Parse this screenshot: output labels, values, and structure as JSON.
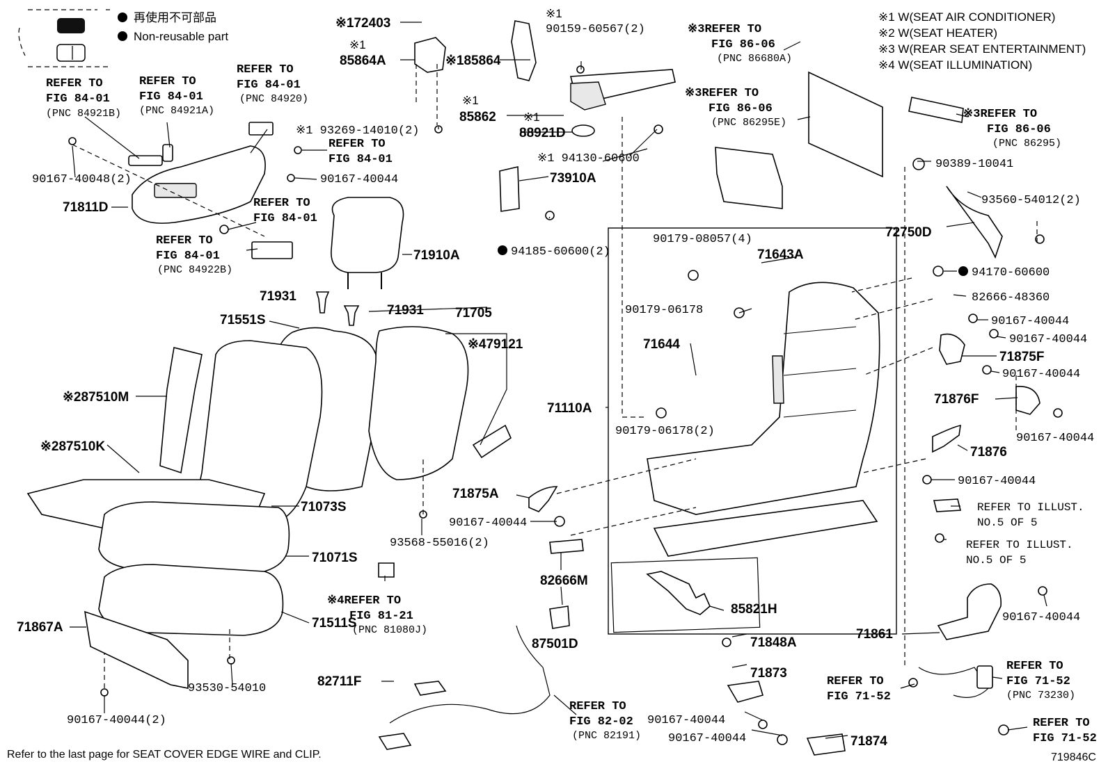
{
  "legend": {
    "items": [
      {
        "symbol": "filled-circle",
        "text": "再使用不可部品"
      },
      {
        "symbol": "filled-circle",
        "text": "Non-reusable part"
      }
    ]
  },
  "notes": [
    "※1 W(SEAT AIR CONDITIONER)",
    "※2 W(SEAT HEATER)",
    "※3 W(REAR SEAT ENTERTAINMENT)",
    "※4 W(SEAT ILLUMINATION)"
  ],
  "footer": {
    "note": "Refer to the last page for SEAT COVER EDGE WIRE and CLIP.",
    "figure_id": "719846C"
  },
  "labels": {
    "p72403": "※172403",
    "p85864a_mark": "※1",
    "p85864a": "85864A",
    "p85864": "※185864",
    "p90159_mark": "※1",
    "p90159": "90159-60567(2)",
    "p85862_mark": "※1",
    "p85862": "85862",
    "p88921d_mark": "※1",
    "p88921d": "88921D",
    "p93269": "※1 93269-14010(2)",
    "p94130": "※1 94130-60600",
    "p73910a": "73910A",
    "p94185": "94185-60600(2)",
    "p71910a": "71910A",
    "p71931a": "71931",
    "p71931b": "71931",
    "p71551s": "71551S",
    "p71705": "71705",
    "p79121": "※479121",
    "p87510m": "※287510M",
    "p87510k": "※287510K",
    "p71073s": "71073S",
    "p71071s": "71071S",
    "p71511s": "71511S",
    "p71867a": "71867A",
    "p93530": "93530-54010",
    "p90167_2": "90167-40044(2)",
    "p93568": "93568-55016(2)",
    "p71875a": "71875A",
    "p90167_a": "90167-40044",
    "p82666m": "82666M",
    "p87501d": "87501D",
    "p82711f": "82711F",
    "p71811d": "71811D",
    "p90167_48": "90167-40048(2)",
    "p90167_b": "90167-40044",
    "p71110a": "71110A",
    "p90179_08057": "90179-08057(4)",
    "p71643a": "71643A",
    "p90179_06178": "90179-06178",
    "p71644": "71644",
    "p90179_06178_2": "90179-06178(2)",
    "p85821h": "85821H",
    "p71848a": "71848A",
    "p71873": "71873",
    "p90167_c": "90167-40044",
    "p90167_d": "90167-40044",
    "p71874": "71874",
    "p90389": "90389-10041",
    "p93560": "93560-54012(2)",
    "p72750d": "72750D",
    "p94170": "94170-60600",
    "p82666_48360": "82666-48360",
    "p90167_e": "90167-40044",
    "p90167_f": "90167-40044",
    "p71875f": "71875F",
    "p90167_g": "90167-40044",
    "p71876f": "71876F",
    "p90167_h": "90167-40044",
    "p71876": "71876",
    "p90167_i": "90167-40044",
    "p90167_j": "90167-40044",
    "p71861": "71861"
  },
  "refs": {
    "r1": [
      "REFER TO",
      "FIG 84-01",
      "(PNC 84921B)"
    ],
    "r2": [
      "REFER TO",
      "FIG 84-01",
      "(PNC 84921A)"
    ],
    "r3": [
      "REFER TO",
      "FIG 84-01",
      "(PNC 84920)"
    ],
    "r4": [
      "REFER TO",
      "FIG 84-01"
    ],
    "r5": [
      "REFER TO",
      "FIG 84-01"
    ],
    "r6": [
      "REFER TO",
      "FIG 84-01",
      "(PNC 84922B)"
    ],
    "r7": [
      "※3REFER TO",
      "FIG 86-06",
      "(PNC 86680A)"
    ],
    "r8": [
      "※3REFER TO",
      "FIG 86-06",
      "(PNC 86295E)"
    ],
    "r9": [
      "※3REFER TO",
      "FIG 86-06",
      "(PNC 86295)"
    ],
    "r10": [
      "REFER TO ILLUST.",
      "NO.5 OF 5"
    ],
    "r11": [
      "REFER TO ILLUST.",
      "NO.5 OF 5"
    ],
    "r12": [
      "※4REFER TO",
      "FIG 81-21",
      "(PNC 81080J)"
    ],
    "r13": [
      "REFER TO",
      "FIG 82-02",
      "(PNC 82191)"
    ],
    "r14": [
      "REFER TO",
      "FIG 71-52"
    ],
    "r15": [
      "REFER TO",
      "FIG 71-52",
      "(PNC 73230)"
    ],
    "r16": [
      "REFER TO",
      "FIG 71-52"
    ]
  }
}
